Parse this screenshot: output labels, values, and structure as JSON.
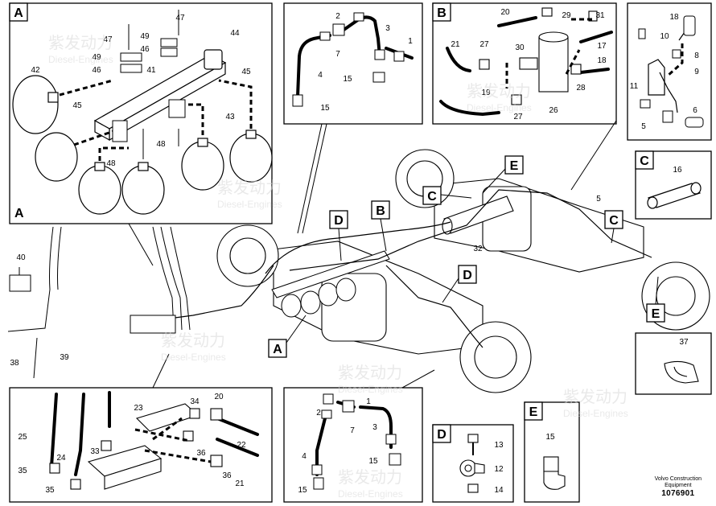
{
  "panels": {
    "A": {
      "letter": "A",
      "labels": [
        "47",
        "47",
        "49",
        "46",
        "49",
        "46",
        "41",
        "44",
        "45",
        "42",
        "45",
        "43",
        "48",
        "48"
      ]
    },
    "B": {
      "letter": "B",
      "labels": [
        "20",
        "29",
        "31",
        "21",
        "27",
        "30",
        "17",
        "18",
        "19",
        "28",
        "27",
        "26"
      ]
    },
    "C": {
      "letter": "C",
      "labels": [
        "16"
      ]
    },
    "D": {
      "letter": "D",
      "labels": [
        "13",
        "12",
        "14"
      ]
    },
    "E": {
      "letter": "E",
      "labels": [
        "15"
      ]
    },
    "top_pipe": {
      "labels": [
        "2",
        "3",
        "1",
        "7",
        "4",
        "15",
        "15"
      ]
    },
    "right_top": {
      "labels": [
        "18",
        "10",
        "8",
        "9",
        "11",
        "5",
        "6"
      ]
    },
    "bottom_pipe": {
      "labels": [
        "1",
        "2",
        "7",
        "3",
        "4",
        "15",
        "15"
      ]
    },
    "bottom_left": {
      "labels": [
        "23",
        "34",
        "20",
        "25",
        "24",
        "33",
        "36",
        "22",
        "35",
        "35",
        "36",
        "21"
      ]
    },
    "part_37": {
      "labels": [
        "37"
      ]
    }
  },
  "callouts": {
    "A": "A",
    "B": "B",
    "C1": "C",
    "C2": "C",
    "D1": "D",
    "D2": "D",
    "E1": "E",
    "E2": "E"
  },
  "main_labels": {
    "n5": "5",
    "n32": "32",
    "n40": "40",
    "n38": "38",
    "n39": "39"
  },
  "watermark": {
    "cn": "紫发动力",
    "en": "Diesel-Engines"
  },
  "footer": {
    "brand_line1": "Volvo Construction",
    "brand_line2": "Equipment",
    "drawing_no": "1076901"
  }
}
